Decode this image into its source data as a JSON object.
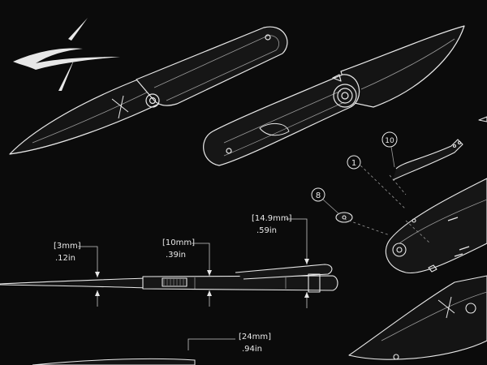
{
  "colors": {
    "background": "#0b0b0b",
    "line": "#e8e8e8",
    "dim": "#9a9a9a",
    "fill": "#161616"
  },
  "callouts": {
    "c1": "1",
    "c8": "8",
    "c10": "10"
  },
  "dimensions": {
    "d1": {
      "mm": "[3mm]",
      "inch": ".12in"
    },
    "d2": {
      "mm": "[10mm]",
      "inch": ".39in"
    },
    "d3": {
      "mm": "[14.9mm]",
      "inch": ".59in"
    },
    "d4": {
      "mm": "[24mm]",
      "inch": ".94in"
    }
  },
  "icons": {
    "logo": "cross-swoosh-logo-icon"
  }
}
